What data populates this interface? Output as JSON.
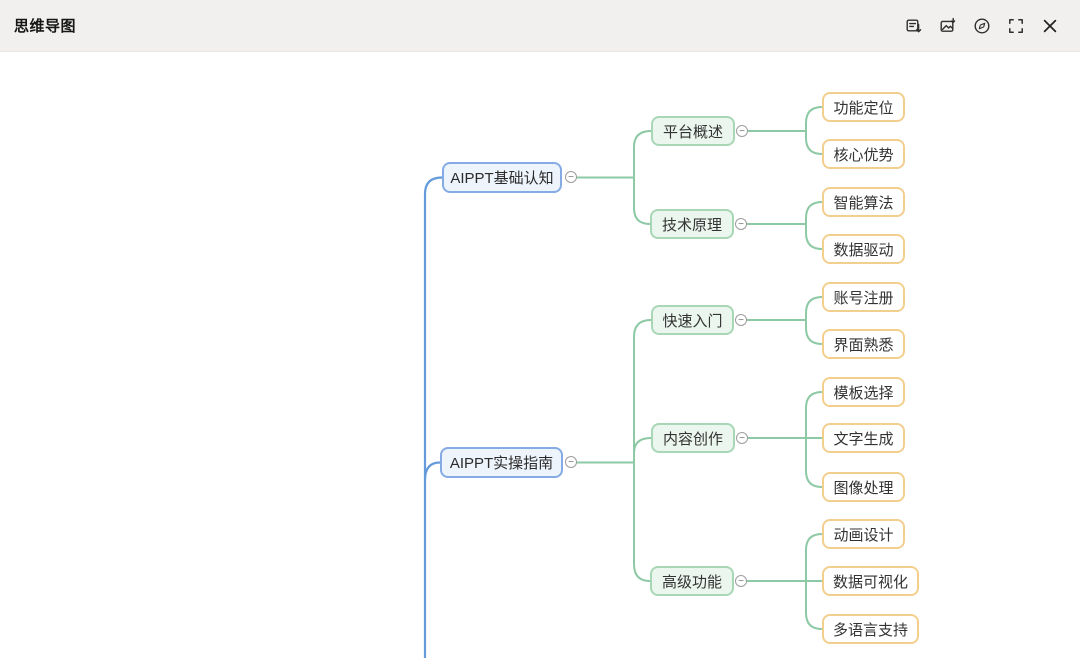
{
  "app": {
    "title": "思维导图"
  },
  "toolbar": {
    "icons": [
      {
        "name": "export-outline-icon"
      },
      {
        "name": "export-image-icon"
      },
      {
        "name": "compass-locate-icon"
      },
      {
        "name": "fullscreen-icon"
      },
      {
        "name": "close-icon"
      }
    ]
  },
  "colors": {
    "header_bg": "#f1f0ee",
    "level1_border": "#85abe4",
    "level1_fill": "#eef4fc",
    "level2_border": "#a9d7b6",
    "level2_fill": "#ebf6ef",
    "level3_border": "#f3cf8e",
    "level3_fill": "#ffffff",
    "root_line": "#659bdb",
    "branch_line": "#8cc9a4"
  },
  "mindmap": {
    "collapse_label": "−",
    "branches": [
      {
        "label": "AIPPT基础认知",
        "children": [
          {
            "label": "平台概述",
            "children": [
              {
                "label": "功能定位"
              },
              {
                "label": "核心优势"
              }
            ]
          },
          {
            "label": "技术原理",
            "children": [
              {
                "label": "智能算法"
              },
              {
                "label": "数据驱动"
              }
            ]
          }
        ]
      },
      {
        "label": "AIPPT实操指南",
        "children": [
          {
            "label": "快速入门",
            "children": [
              {
                "label": "账号注册"
              },
              {
                "label": "界面熟悉"
              }
            ]
          },
          {
            "label": "内容创作",
            "children": [
              {
                "label": "模板选择"
              },
              {
                "label": "文字生成"
              },
              {
                "label": "图像处理"
              }
            ]
          },
          {
            "label": "高级功能",
            "children": [
              {
                "label": "动画设计"
              },
              {
                "label": "数据可视化"
              },
              {
                "label": "多语言支持"
              }
            ]
          }
        ]
      }
    ]
  }
}
